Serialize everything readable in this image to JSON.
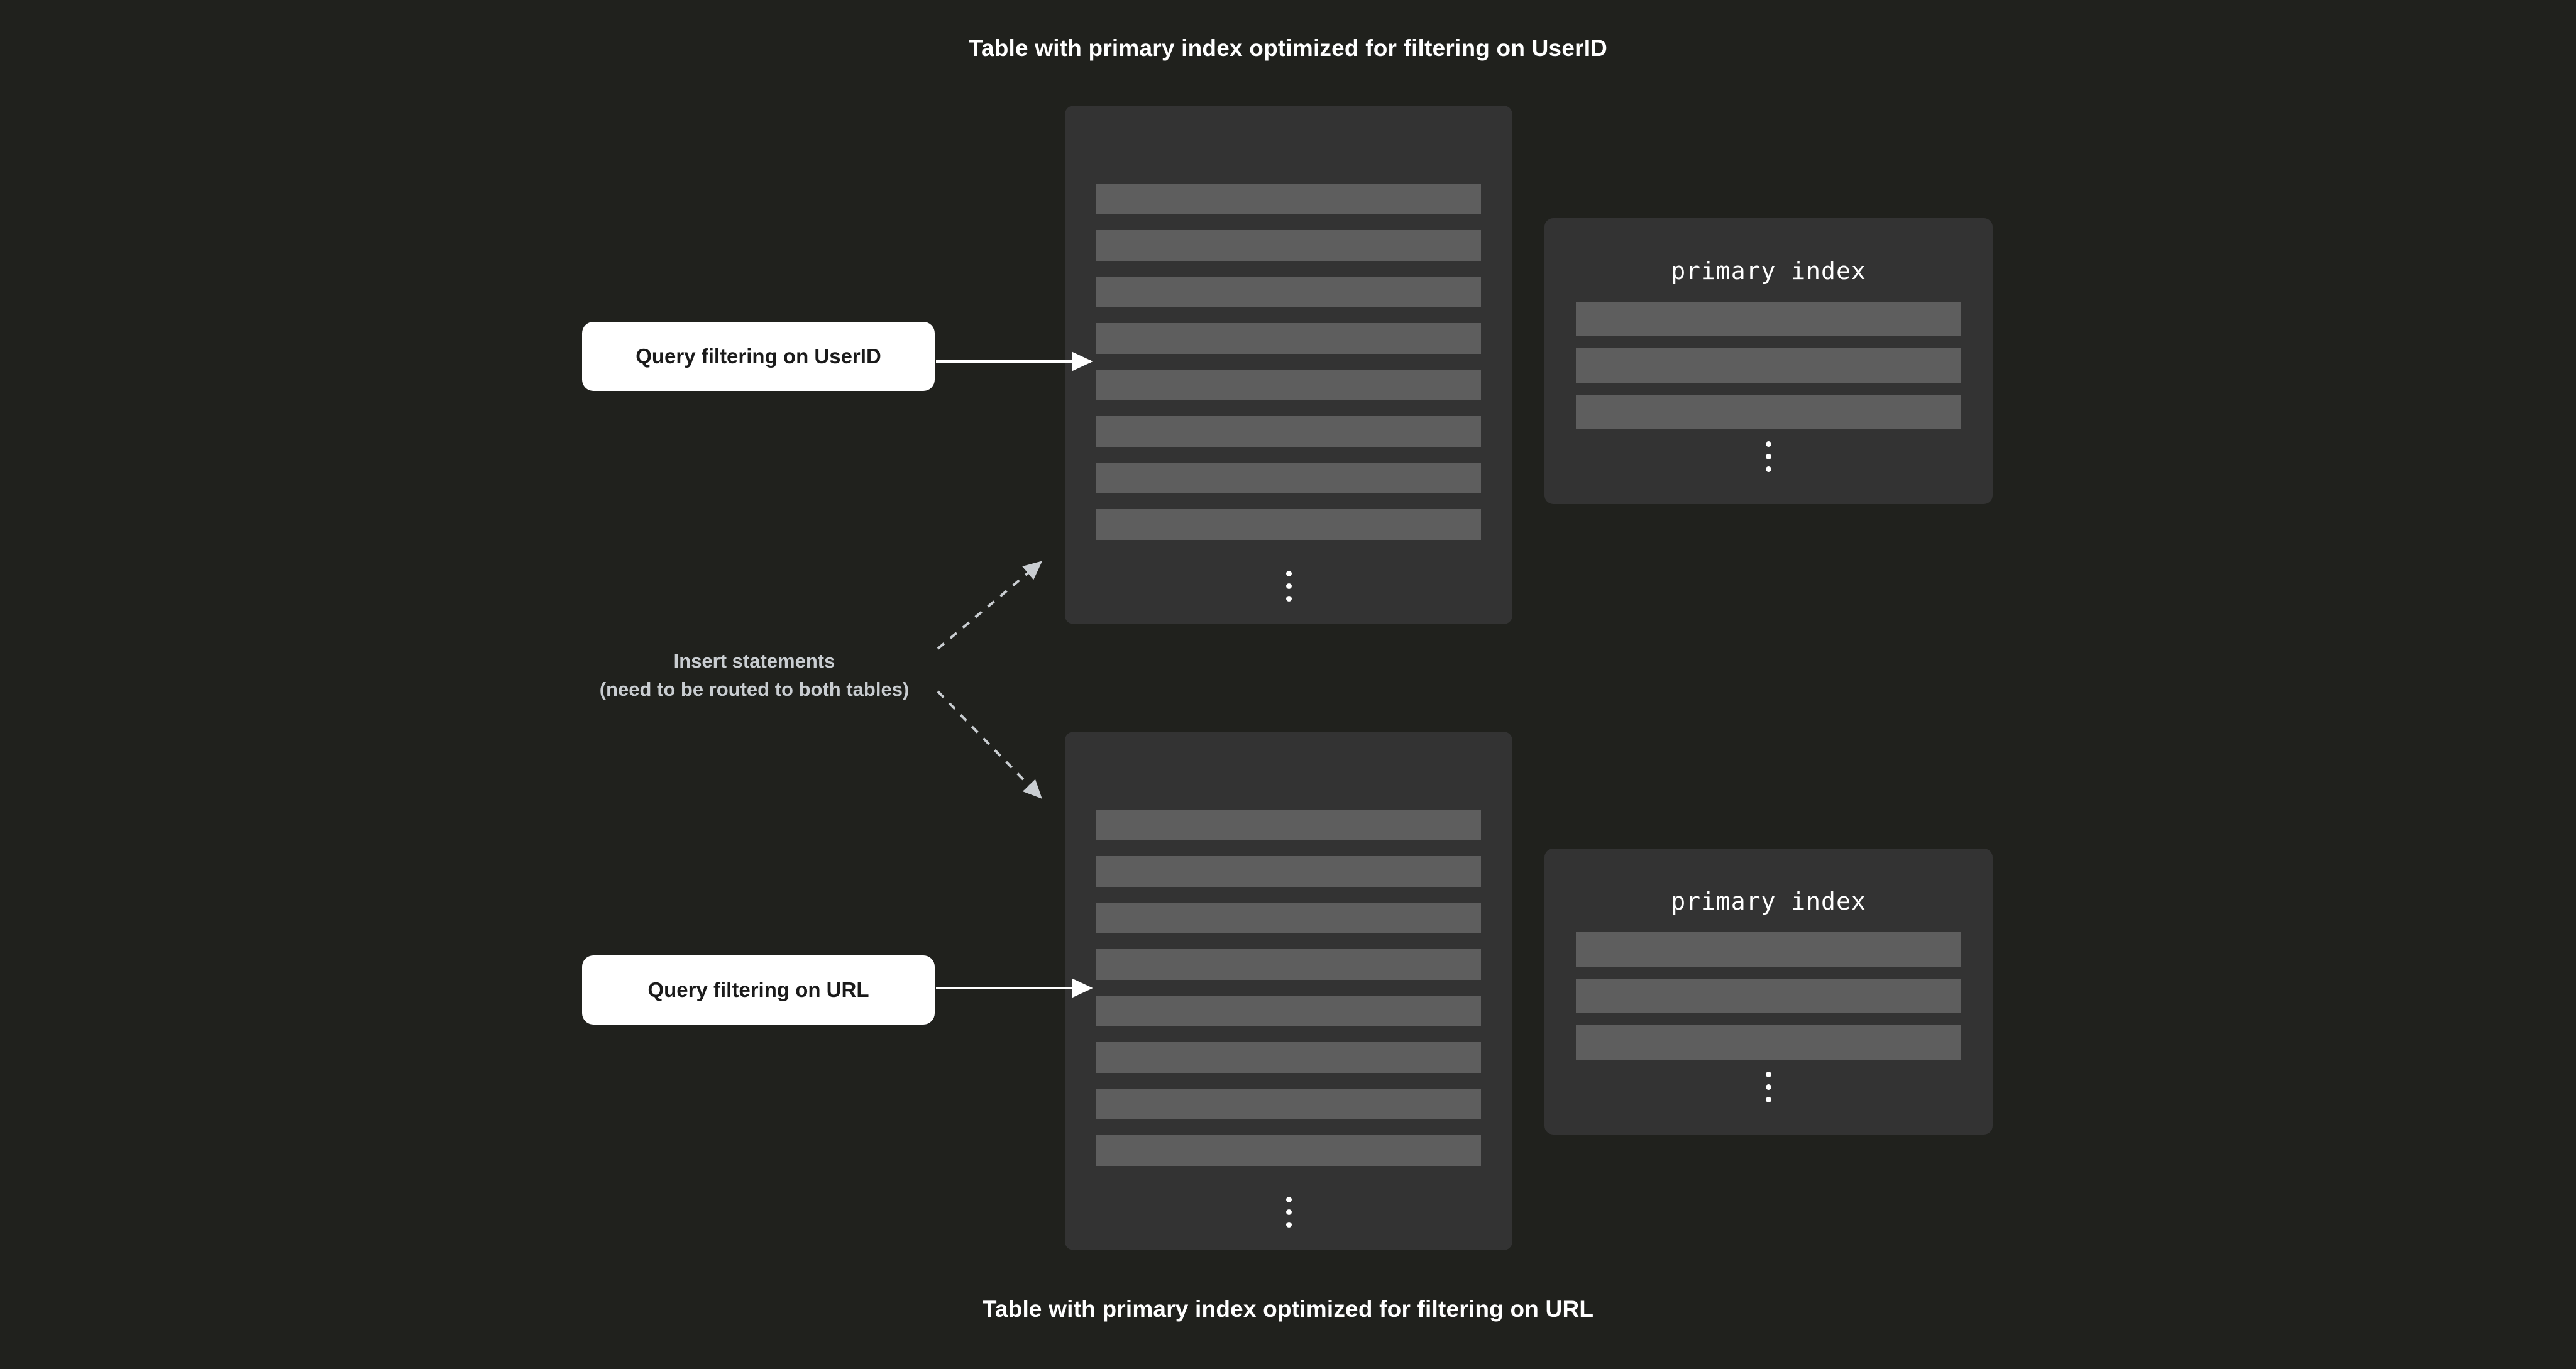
{
  "titles": {
    "top": "Table with primary index optimized for filtering on UserID",
    "bottom": "Table with primary index optimized for filtering on URL"
  },
  "tables": [
    {
      "title": "table 1",
      "row_count": 8,
      "ellipsis": "vertical-ellipsis"
    },
    {
      "title": "table 2",
      "row_count": 8,
      "ellipsis": "vertical-ellipsis"
    }
  ],
  "indexes": [
    {
      "title": "primary index",
      "row_count": 3,
      "ellipsis": "vertical-ellipsis"
    },
    {
      "title": "primary index",
      "row_count": 3,
      "ellipsis": "vertical-ellipsis"
    }
  ],
  "queries": [
    {
      "label": "Query filtering on UserID"
    },
    {
      "label": "Query filtering on URL"
    }
  ],
  "insert_label": {
    "line1": "Insert statements",
    "line2": "(need to be routed to both tables)"
  },
  "colors": {
    "background": "#20211d",
    "card": "#333333",
    "row": "#5e5e5e",
    "callout_bg": "#ffffff",
    "callout_text": "#1a1a1a",
    "title_text": "#ffffff",
    "muted_text": "#c9cdd1",
    "solid_arrow": "#ffffff",
    "dashed_arrow": "#c9cdd1"
  }
}
